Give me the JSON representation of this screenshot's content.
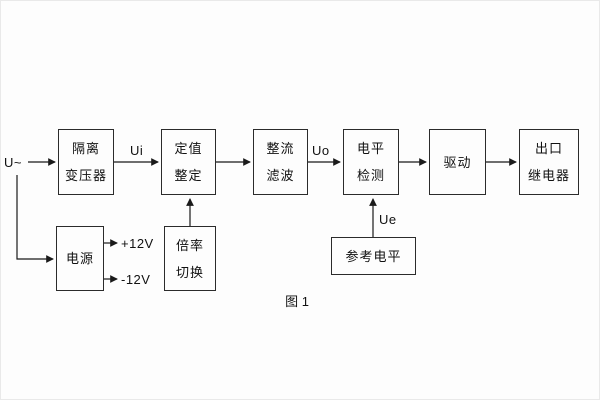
{
  "figure": {
    "caption": "图 1"
  },
  "labels": {
    "input": "U~",
    "ui": "Ui",
    "uo": "Uo",
    "ue": "Ue",
    "plus_12v": "+12V",
    "minus_12v": "-12V"
  },
  "blocks": {
    "isolation_transformer": {
      "line1": "隔离",
      "line2": "变压器"
    },
    "value_setting": {
      "line1": "定值",
      "line2": "整定"
    },
    "rectify_filter": {
      "line1": "整流",
      "line2": "滤波"
    },
    "level_detect": {
      "line1": "电平",
      "line2": "检测"
    },
    "drive": {
      "line1": "驱动"
    },
    "output_relay": {
      "line1": "出口",
      "line2": "继电器"
    },
    "power_supply": {
      "line1": "电源"
    },
    "rate_switch": {
      "line1": "倍率",
      "line2": "切换"
    },
    "reference_level": {
      "line1": "参考电平"
    }
  },
  "colors": {
    "line": "#1a1a1a",
    "background": "#fdfdfd",
    "text": "#111111"
  }
}
